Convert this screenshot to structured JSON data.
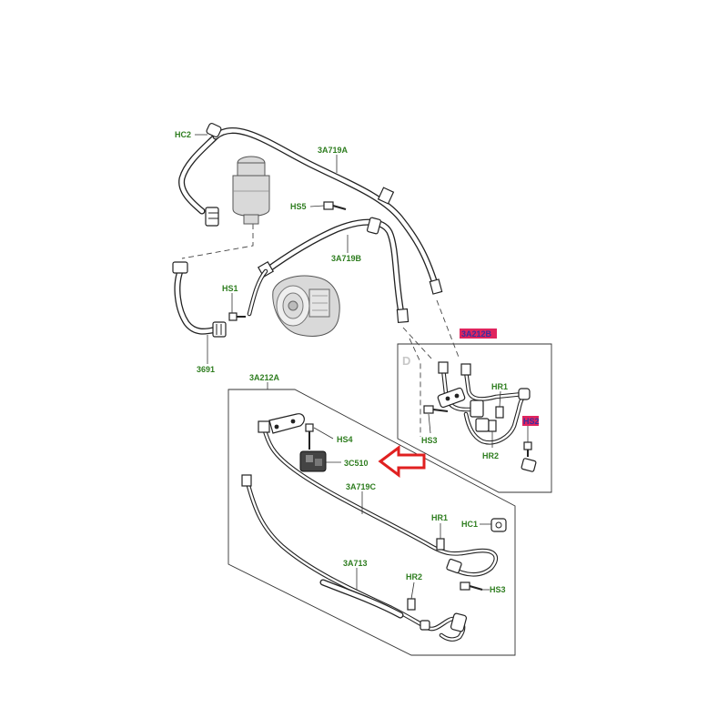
{
  "labels": {
    "hc2": "HC2",
    "a3a719a": "3A719A",
    "hs5": "HS5",
    "a3a719b": "3A719B",
    "hs1": "HS1",
    "a3691": "3691",
    "a3a212b": "3A212B",
    "d": "D",
    "hr1_right": "HR1",
    "hs2_right": "HS2",
    "hs3_right": "HS3",
    "hr2_right": "HR2",
    "a3a212a": "3A212A",
    "hs4": "HS4",
    "a3c510": "3C510",
    "a3a719c": "3A719C",
    "hr1_left": "HR1",
    "hc1": "HC1",
    "a3a713": "3A713",
    "hr2_left": "HR2",
    "hs3_left": "HS3"
  },
  "colors": {
    "label_green": "#2e7d1f",
    "highlight_fill": "#e0245e",
    "highlight_text": "#3a2f9e",
    "arrow_red": "#e02020"
  },
  "icons": {
    "reservoir": "reservoir-icon",
    "pump": "pump-icon",
    "clamp": "clamp-icon",
    "bolt": "bolt-icon",
    "arrow": "arrow-left-icon"
  }
}
